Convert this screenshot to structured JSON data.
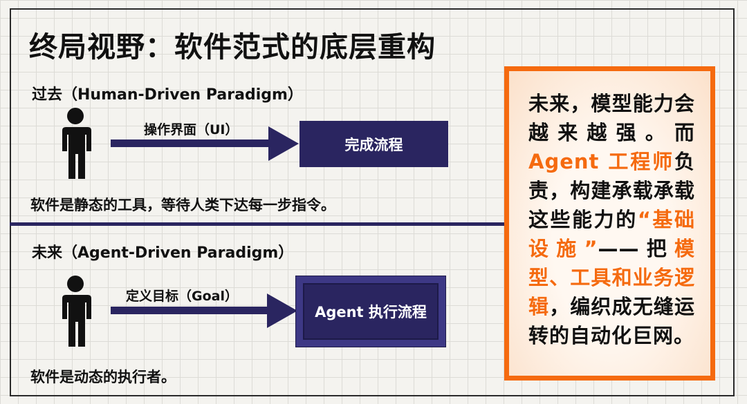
{
  "title": "终局视野：软件范式的底层重构",
  "past": {
    "label": "过去（Human-Driven Paradigm）",
    "arrow_label": "操作界面（UI）",
    "box_label": "完成流程",
    "description": "软件是静态的工具，等待人类下达每一步指令。"
  },
  "future": {
    "label": "未来（Agent-Driven Paradigm）",
    "arrow_label": "定义目标（Goal）",
    "box_label": "Agent 执行流程",
    "description": "软件是动态的执行者。"
  },
  "callout": {
    "part1": "未来，模型能力会越来越强。而",
    "highlight1": "Agent 工程师",
    "part2": "负责，构建承载承载这些能力的",
    "highlight2": "“基础设施”",
    "part3": "——把",
    "highlight3": "模型、工具和业务逻辑",
    "part4": "，编织成无缝运转的自动化巨网。"
  },
  "colors": {
    "accent": "#f56a0f",
    "navy": "#2a2560"
  }
}
